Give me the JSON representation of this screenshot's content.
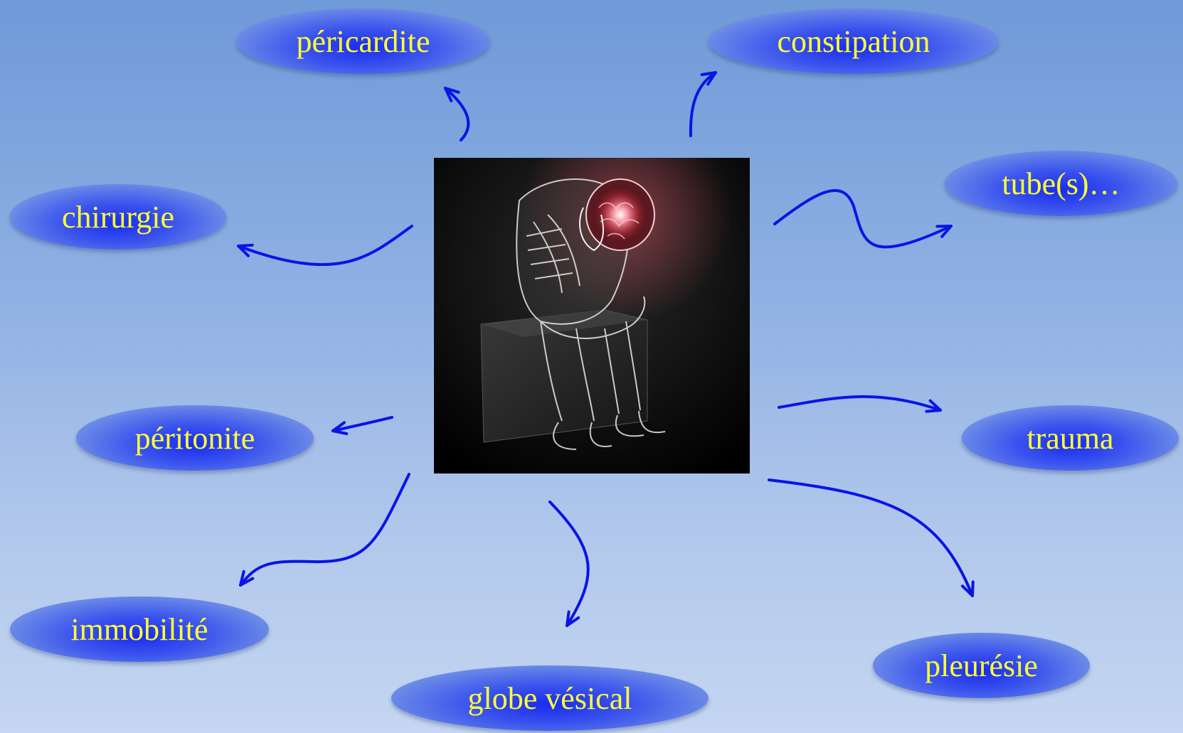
{
  "diagram": {
    "center": {
      "picture": "x-ray figure of a seated person holding head with glowing brain",
      "accent_color": "#ff5060"
    },
    "arrow_color": "#0a14e6",
    "label_color": "#ffff33",
    "nodes": {
      "pericardite": "péricardite",
      "constipation": "constipation",
      "chirurgie": "chirurgie",
      "tubes": "tube(s)…",
      "peritonite": "péritonite",
      "trauma": "trauma",
      "immobilite": "immobilité",
      "globe_vesical": "globe vésical",
      "pleuresie": "pleurésie"
    }
  }
}
